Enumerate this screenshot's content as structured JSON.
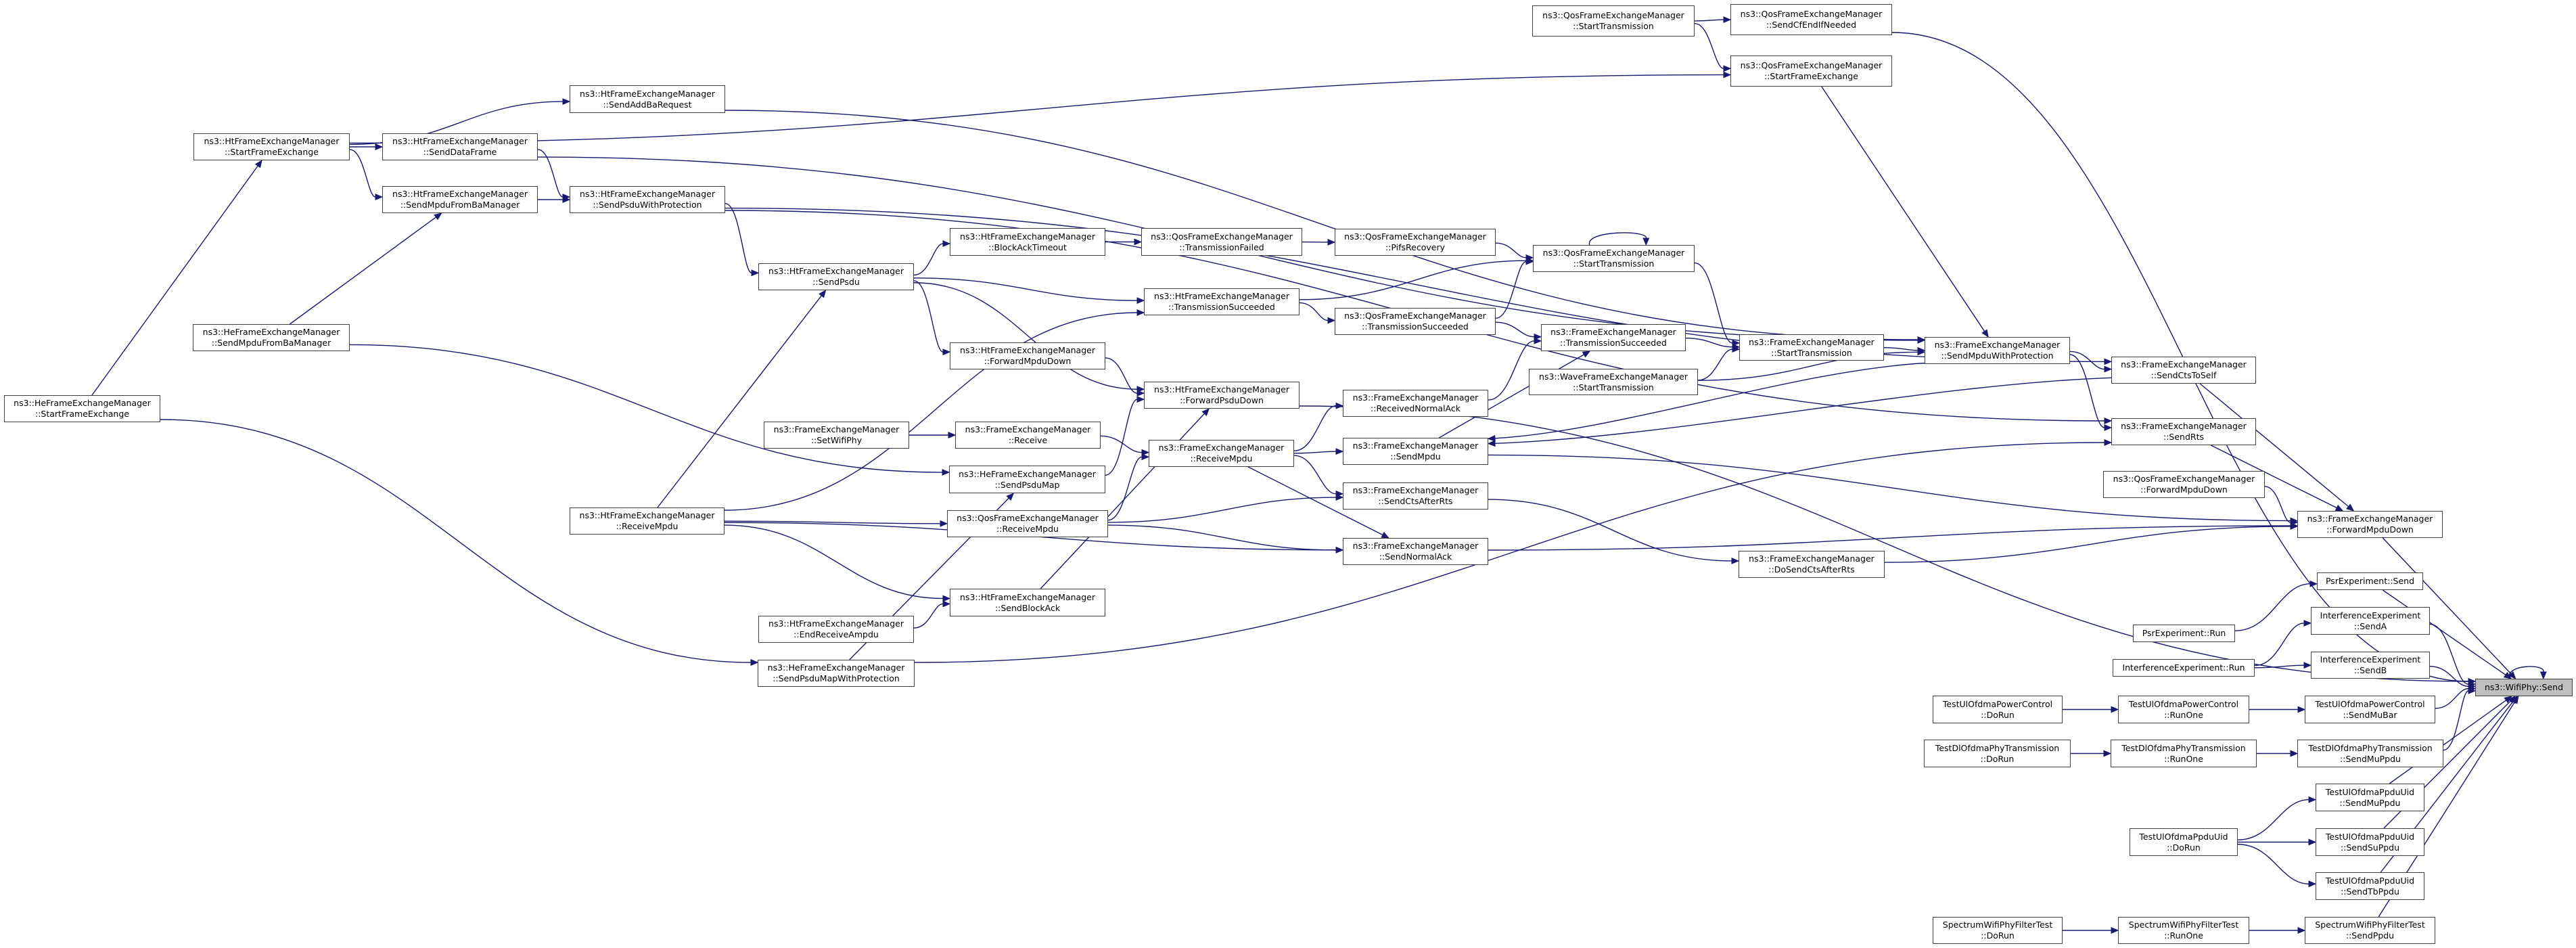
{
  "graph": {
    "title": "ns3::WifiPhy::Send caller graph",
    "root": "send",
    "colors": {
      "edge": "#191970",
      "node_border": "#404040",
      "root_fill": "#bfbfbf",
      "node_fill": "#ffffff"
    },
    "nodes": [
      {
        "id": "heStartFrameExchange",
        "lines": [
          "ns3::HeFrameExchangeManager",
          "::StartFrameExchange"
        ]
      },
      {
        "id": "htStartFrameExchange",
        "lines": [
          "ns3::HtFrameExchangeManager",
          "::StartFrameExchange"
        ]
      },
      {
        "id": "heSendMpduFromBaManager",
        "lines": [
          "ns3::HeFrameExchangeManager",
          "::SendMpduFromBaManager"
        ]
      },
      {
        "id": "htReceiveMpdu",
        "lines": [
          "ns3::HtFrameExchangeManager",
          "::ReceiveMpdu"
        ]
      },
      {
        "id": "sendAddBaRequest",
        "lines": [
          "ns3::HtFrameExchangeManager",
          "::SendAddBaRequest"
        ]
      },
      {
        "id": "sendDataFrame",
        "lines": [
          "ns3::HtFrameExchangeManager",
          "::SendDataFrame"
        ]
      },
      {
        "id": "htSendMpduFromBaManager",
        "lines": [
          "ns3::HtFrameExchangeManager",
          "::SendMpduFromBaManager"
        ]
      },
      {
        "id": "sendPsduWithProtection",
        "lines": [
          "ns3::HtFrameExchangeManager",
          "::SendPsduWithProtection"
        ]
      },
      {
        "id": "sendPsdu",
        "lines": [
          "ns3::HtFrameExchangeManager",
          "::SendPsdu"
        ]
      },
      {
        "id": "setWifiPhy",
        "lines": [
          "ns3::FrameExchangeManager",
          "::SetWifiPhy"
        ]
      },
      {
        "id": "endReceiveAmpdu",
        "lines": [
          "ns3::HtFrameExchangeManager",
          "::EndReceiveAmpdu"
        ]
      },
      {
        "id": "sendPsduMapWithProtection",
        "lines": [
          "ns3::HeFrameExchangeManager",
          "::SendPsduMapWithProtection"
        ]
      },
      {
        "id": "blockAckTimeout",
        "lines": [
          "ns3::HtFrameExchangeManager",
          "::BlockAckTimeout"
        ]
      },
      {
        "id": "htForwardMpduDown",
        "lines": [
          "ns3::HtFrameExchangeManager",
          "::ForwardMpduDown"
        ]
      },
      {
        "id": "femReceive",
        "lines": [
          "ns3::FrameExchangeManager",
          "::Receive"
        ]
      },
      {
        "id": "sendPsduMap",
        "lines": [
          "ns3::HeFrameExchangeManager",
          "::SendPsduMap"
        ]
      },
      {
        "id": "qosReceiveMpdu",
        "lines": [
          "ns3::QosFrameExchangeManager",
          "::ReceiveMpdu"
        ]
      },
      {
        "id": "sendBlockAck",
        "lines": [
          "ns3::HtFrameExchangeManager",
          "::SendBlockAck"
        ]
      },
      {
        "id": "transmissionFailed",
        "lines": [
          "ns3::QosFrameExchangeManager",
          "::TransmissionFailed"
        ]
      },
      {
        "id": "htTransmissionSucceeded",
        "lines": [
          "ns3::HtFrameExchangeManager",
          "::TransmissionSucceeded"
        ]
      },
      {
        "id": "forwardPsduDown",
        "lines": [
          "ns3::HtFrameExchangeManager",
          "::ForwardPsduDown"
        ]
      },
      {
        "id": "femReceiveMpdu",
        "lines": [
          "ns3::FrameExchangeManager",
          "::ReceiveMpdu"
        ]
      },
      {
        "id": "pifsRecovery",
        "lines": [
          "ns3::QosFrameExchangeManager",
          "::PifsRecovery"
        ]
      },
      {
        "id": "qosTransmissionSucceeded",
        "lines": [
          "ns3::QosFrameExchangeManager",
          "::TransmissionSucceeded"
        ]
      },
      {
        "id": "receivedNormalAck",
        "lines": [
          "ns3::FrameExchangeManager",
          "::ReceivedNormalAck"
        ]
      },
      {
        "id": "sendMpdu",
        "lines": [
          "ns3::FrameExchangeManager",
          "::SendMpdu"
        ]
      },
      {
        "id": "sendCtsAfterRts",
        "lines": [
          "ns3::FrameExchangeManager",
          "::SendCtsAfterRts"
        ]
      },
      {
        "id": "sendNormalAck",
        "lines": [
          "ns3::FrameExchangeManager",
          "::SendNormalAck"
        ]
      },
      {
        "id": "qosStartTransmissionTop",
        "lines": [
          "ns3::QosFrameExchangeManager",
          "::StartTransmission"
        ]
      },
      {
        "id": "qosStartTransmission",
        "lines": [
          "ns3::QosFrameExchangeManager",
          "::StartTransmission"
        ]
      },
      {
        "id": "femTransmissionSucceeded",
        "lines": [
          "ns3::FrameExchangeManager",
          "::TransmissionSucceeded"
        ]
      },
      {
        "id": "waveStartTransmission",
        "lines": [
          "ns3::WaveFrameExchangeManager",
          "::StartTransmission"
        ]
      },
      {
        "id": "sendCfEndIfNeeded",
        "lines": [
          "ns3::QosFrameExchangeManager",
          "::SendCfEndIfNeeded"
        ]
      },
      {
        "id": "qosStartFrameExchange",
        "lines": [
          "ns3::QosFrameExchangeManager",
          "::StartFrameExchange"
        ]
      },
      {
        "id": "femStartTransmission",
        "lines": [
          "ns3::FrameExchangeManager",
          "::StartTransmission"
        ]
      },
      {
        "id": "doSendCtsAfterRts",
        "lines": [
          "ns3::FrameExchangeManager",
          "::DoSendCtsAfterRts"
        ]
      },
      {
        "id": "sendMpduWithProtection",
        "lines": [
          "ns3::FrameExchangeManager",
          "::SendMpduWithProtection"
        ]
      },
      {
        "id": "sendCtsToSelf",
        "lines": [
          "ns3::FrameExchangeManager",
          "::SendCtsToSelf"
        ]
      },
      {
        "id": "sendRts",
        "lines": [
          "ns3::FrameExchangeManager",
          "::SendRts"
        ]
      },
      {
        "id": "qosForwardMpduDown",
        "lines": [
          "ns3::QosFrameExchangeManager",
          "::ForwardMpduDown"
        ]
      },
      {
        "id": "femForwardMpduDown",
        "lines": [
          "ns3::FrameExchangeManager",
          "::ForwardMpduDown"
        ]
      },
      {
        "id": "psrRun",
        "lines": [
          "PsrExperiment::Run"
        ]
      },
      {
        "id": "psrSend",
        "lines": [
          "PsrExperiment::Send"
        ]
      },
      {
        "id": "ieRun",
        "lines": [
          "InterferenceExperiment::Run"
        ]
      },
      {
        "id": "ieSendA",
        "lines": [
          "InterferenceExperiment",
          "::SendA"
        ]
      },
      {
        "id": "ieSendB",
        "lines": [
          "InterferenceExperiment",
          "::SendB"
        ]
      },
      {
        "id": "ulPcDoRun",
        "lines": [
          "TestUlOfdmaPowerControl",
          "::DoRun"
        ]
      },
      {
        "id": "ulPcRunOne",
        "lines": [
          "TestUlOfdmaPowerControl",
          "::RunOne"
        ]
      },
      {
        "id": "ulPcSendMuBar",
        "lines": [
          "TestUlOfdmaPowerControl",
          "::SendMuBar"
        ]
      },
      {
        "id": "dlDoRun",
        "lines": [
          "TestDlOfdmaPhyTransmission",
          "::DoRun"
        ]
      },
      {
        "id": "dlRunOne",
        "lines": [
          "TestDlOfdmaPhyTransmission",
          "::RunOne"
        ]
      },
      {
        "id": "dlSendMuPpdu",
        "lines": [
          "TestDlOfdmaPhyTransmission",
          "::SendMuPpdu"
        ]
      },
      {
        "id": "uidDoRun",
        "lines": [
          "TestUlOfdmaPpduUid",
          "::DoRun"
        ]
      },
      {
        "id": "uidSendMuPpdu",
        "lines": [
          "TestUlOfdmaPpduUid",
          "::SendMuPpdu"
        ]
      },
      {
        "id": "uidSendSuPpdu",
        "lines": [
          "TestUlOfdmaPpduUid",
          "::SendSuPpdu"
        ]
      },
      {
        "id": "uidSendTbPpdu",
        "lines": [
          "TestUlOfdmaPpduUid",
          "::SendTbPpdu"
        ]
      },
      {
        "id": "specDoRun",
        "lines": [
          "SpectrumWifiPhyFilterTest",
          "::DoRun"
        ]
      },
      {
        "id": "specRunOne",
        "lines": [
          "SpectrumWifiPhyFilterTest",
          "::RunOne"
        ]
      },
      {
        "id": "specSendPpdu",
        "lines": [
          "SpectrumWifiPhyFilterTest",
          "::SendPpdu"
        ]
      },
      {
        "id": "send",
        "lines": [
          "ns3::WifiPhy::Send"
        ]
      }
    ],
    "edges": [
      [
        "heStartFrameExchange",
        "htStartFrameExchange"
      ],
      [
        "heStartFrameExchange",
        "sendPsduMapWithProtection"
      ],
      [
        "htStartFrameExchange",
        "sendAddBaRequest"
      ],
      [
        "htStartFrameExchange",
        "sendDataFrame"
      ],
      [
        "htStartFrameExchange",
        "htSendMpduFromBaManager"
      ],
      [
        "htStartFrameExchange",
        "qosStartFrameExchange"
      ],
      [
        "heSendMpduFromBaManager",
        "htSendMpduFromBaManager"
      ],
      [
        "heSendMpduFromBaManager",
        "sendPsduMap"
      ],
      [
        "sendDataFrame",
        "sendPsduWithProtection"
      ],
      [
        "sendDataFrame",
        "sendMpduWithProtection"
      ],
      [
        "htSendMpduFromBaManager",
        "sendPsduWithProtection"
      ],
      [
        "sendAddBaRequest",
        "sendMpduWithProtection"
      ],
      [
        "sendPsduWithProtection",
        "sendPsdu"
      ],
      [
        "sendPsduWithProtection",
        "sendCtsToSelf"
      ],
      [
        "sendPsduWithProtection",
        "sendRts"
      ],
      [
        "htReceiveMpdu",
        "sendPsdu"
      ],
      [
        "htReceiveMpdu",
        "htTransmissionSucceeded"
      ],
      [
        "htReceiveMpdu",
        "qosReceiveMpdu"
      ],
      [
        "htReceiveMpdu",
        "sendNormalAck"
      ],
      [
        "htReceiveMpdu",
        "sendBlockAck"
      ],
      [
        "sendPsdu",
        "blockAckTimeout"
      ],
      [
        "sendPsdu",
        "htTransmissionSucceeded"
      ],
      [
        "sendPsdu",
        "htForwardMpduDown"
      ],
      [
        "sendPsdu",
        "forwardPsduDown"
      ],
      [
        "blockAckTimeout",
        "transmissionFailed"
      ],
      [
        "transmissionFailed",
        "pifsRecovery"
      ],
      [
        "pifsRecovery",
        "qosStartTransmission"
      ],
      [
        "htTransmissionSucceeded",
        "qosStartTransmission"
      ],
      [
        "htTransmissionSucceeded",
        "qosTransmissionSucceeded"
      ],
      [
        "qosTransmissionSucceeded",
        "qosStartTransmission"
      ],
      [
        "qosTransmissionSucceeded",
        "femTransmissionSucceeded"
      ],
      [
        "qosStartTransmission",
        "qosStartTransmission"
      ],
      [
        "qosStartTransmission",
        "femStartTransmission"
      ],
      [
        "femTransmissionSucceeded",
        "femStartTransmission"
      ],
      [
        "waveStartTransmission",
        "femStartTransmission"
      ],
      [
        "waveStartTransmission",
        "sendMpduWithProtection"
      ],
      [
        "femStartTransmission",
        "sendMpduWithProtection"
      ],
      [
        "qosStartTransmissionTop",
        "sendCfEndIfNeeded"
      ],
      [
        "qosStartTransmissionTop",
        "qosStartFrameExchange"
      ],
      [
        "sendCfEndIfNeeded",
        "send"
      ],
      [
        "qosStartFrameExchange",
        "sendMpduWithProtection"
      ],
      [
        "receivedNormalAck",
        "femTransmissionSucceeded"
      ],
      [
        "htForwardMpduDown",
        "forwardPsduDown"
      ],
      [
        "forwardPsduDown",
        "send"
      ],
      [
        "setWifiPhy",
        "femReceive"
      ],
      [
        "femReceive",
        "femReceiveMpdu"
      ],
      [
        "femReceiveMpdu",
        "receivedNormalAck"
      ],
      [
        "femReceiveMpdu",
        "sendMpdu"
      ],
      [
        "femReceiveMpdu",
        "sendCtsAfterRts"
      ],
      [
        "femReceiveMpdu",
        "sendNormalAck"
      ],
      [
        "sendPsduMap",
        "forwardPsduDown"
      ],
      [
        "qosReceiveMpdu",
        "femReceiveMpdu"
      ],
      [
        "qosReceiveMpdu",
        "sendCtsAfterRts"
      ],
      [
        "qosReceiveMpdu",
        "sendNormalAck"
      ],
      [
        "sendBlockAck",
        "forwardPsduDown"
      ],
      [
        "endReceiveAmpdu",
        "sendBlockAck"
      ],
      [
        "sendPsduMapWithProtection",
        "sendPsduMap"
      ],
      [
        "sendPsduMapWithProtection",
        "sendRts"
      ],
      [
        "sendMpdu",
        "femTransmissionSucceeded"
      ],
      [
        "sendMpdu",
        "femForwardMpduDown"
      ],
      [
        "sendMpduWithProtection",
        "sendMpdu"
      ],
      [
        "sendMpduWithProtection",
        "sendCtsToSelf"
      ],
      [
        "sendMpduWithProtection",
        "sendRts"
      ],
      [
        "sendCtsToSelf",
        "sendMpdu"
      ],
      [
        "sendCtsToSelf",
        "femForwardMpduDown"
      ],
      [
        "sendRts",
        "femForwardMpduDown"
      ],
      [
        "sendCtsAfterRts",
        "doSendCtsAfterRts"
      ],
      [
        "doSendCtsAfterRts",
        "femForwardMpduDown"
      ],
      [
        "sendNormalAck",
        "femForwardMpduDown"
      ],
      [
        "qosForwardMpduDown",
        "femForwardMpduDown"
      ],
      [
        "femForwardMpduDown",
        "send"
      ],
      [
        "psrRun",
        "psrSend"
      ],
      [
        "psrSend",
        "send"
      ],
      [
        "ieRun",
        "ieSendA"
      ],
      [
        "ieRun",
        "ieSendB"
      ],
      [
        "ieSendA",
        "send"
      ],
      [
        "ieSendB",
        "send"
      ],
      [
        "ulPcDoRun",
        "ulPcRunOne"
      ],
      [
        "ulPcRunOne",
        "ulPcSendMuBar"
      ],
      [
        "ulPcSendMuBar",
        "send"
      ],
      [
        "dlDoRun",
        "dlRunOne"
      ],
      [
        "dlRunOne",
        "dlSendMuPpdu"
      ],
      [
        "dlSendMuPpdu",
        "send"
      ],
      [
        "uidDoRun",
        "uidSendMuPpdu"
      ],
      [
        "uidDoRun",
        "uidSendSuPpdu"
      ],
      [
        "uidDoRun",
        "uidSendTbPpdu"
      ],
      [
        "uidSendMuPpdu",
        "send"
      ],
      [
        "uidSendSuPpdu",
        "send"
      ],
      [
        "uidSendTbPpdu",
        "send"
      ],
      [
        "specDoRun",
        "specRunOne"
      ],
      [
        "specRunOne",
        "specSendPpdu"
      ],
      [
        "specSendPpdu",
        "send"
      ],
      [
        "send",
        "send"
      ]
    ]
  }
}
